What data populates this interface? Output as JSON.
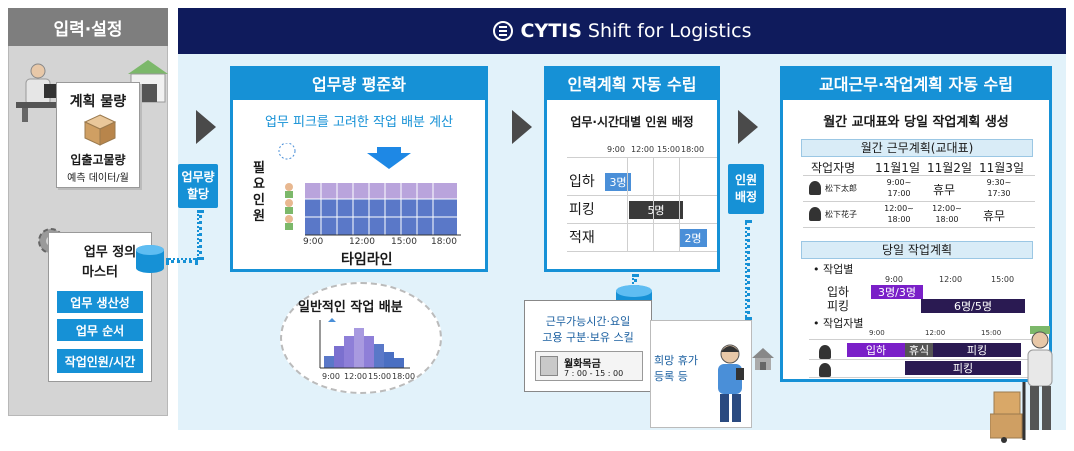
{
  "left": {
    "title": "입력·설정",
    "plan_volume": "계획 물량",
    "inout_label": "입출고물량",
    "inout_sub": "예측 데이터/월",
    "master_line1": "업무 정의",
    "master_line2": "마스터",
    "buttons": [
      "업무 생산성",
      "업무 순서",
      "작업인원/시간"
    ]
  },
  "banner": {
    "brand": "CYTIS",
    "product": "Shift for Logistics"
  },
  "workload": {
    "title": "업무량 평준화",
    "subtitle": "업무 피크를 고려한 작업 배분 계산",
    "y_label": "필요인원",
    "x_label": "타임라인",
    "ticks": [
      "9:00",
      "12:00",
      "15:00",
      "18:00"
    ],
    "general_label": "일반적인 작업 배분",
    "general_ticks": [
      "9:00",
      "12:00",
      "15:00",
      "18:00"
    ],
    "assign_badge": "업무량 할당"
  },
  "staff": {
    "title": "인력계획 자동 수립",
    "subtitle": "업무·시간대별 인원 배정",
    "time_cols": [
      "9:00",
      "12:00",
      "15:00",
      "18:00"
    ],
    "rows": [
      {
        "name": "입하",
        "bar": "3명"
      },
      {
        "name": "피킹",
        "bar": "5명"
      },
      {
        "name": "적재",
        "bar": "2명"
      }
    ],
    "assign_badge": "인원 배정"
  },
  "conditions": {
    "line1": "근무가능시간·요일",
    "line2": "고용 구분·보유 스킬",
    "card_days": "월화목금",
    "card_time": "7 : 00 - 15 : 00",
    "hope_line1": "희망 휴가",
    "hope_line2": "등록 등"
  },
  "shift": {
    "title": "교대근무·작업계획 자동 수립",
    "subtitle": "월간 교대표와 당일 작업계획 생성",
    "monthly_title": "월간 근무계획(교대표)",
    "monthly_headers": [
      "작업자명",
      "11월1일",
      "11월2일",
      "11월3일"
    ],
    "monthly_rows": [
      {
        "name": "松下太郎",
        "d1": "9:00~\n17:00",
        "d2": "휴무",
        "d3": "9:30~\n17:30"
      },
      {
        "name": "松下花子",
        "d1": "12:00~\n18:00",
        "d2": "12:00~\n18:00",
        "d3": "휴무"
      }
    ],
    "daily_title": "당일 작업계획",
    "by_task": "작업별",
    "task_ticks": [
      "9:00",
      "12:00",
      "15:00"
    ],
    "task_rows": [
      {
        "name": "입하",
        "bar": "3명/3명"
      },
      {
        "name": "피킹",
        "bar": "6명/5명"
      }
    ],
    "by_worker": "작업자별",
    "worker_ticks": [
      "9:00",
      "12:00",
      "15:00"
    ],
    "worker_bars": [
      "입하",
      "휴식",
      "피킹",
      "피킹"
    ]
  }
}
